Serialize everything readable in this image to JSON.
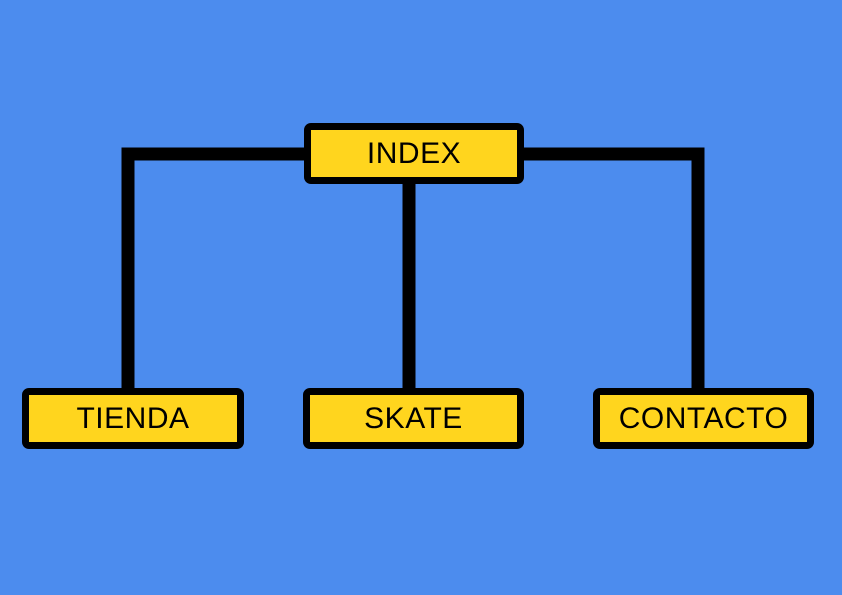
{
  "colors": {
    "background": "#4C8CEE",
    "node_fill": "#FFD51E",
    "node_border": "#000000",
    "connector": "#000000",
    "text": "#000000"
  },
  "diagram": {
    "root": {
      "label": "INDEX"
    },
    "children": [
      {
        "label": "TIENDA"
      },
      {
        "label": "SKATE"
      },
      {
        "label": "CONTACTO"
      }
    ]
  }
}
